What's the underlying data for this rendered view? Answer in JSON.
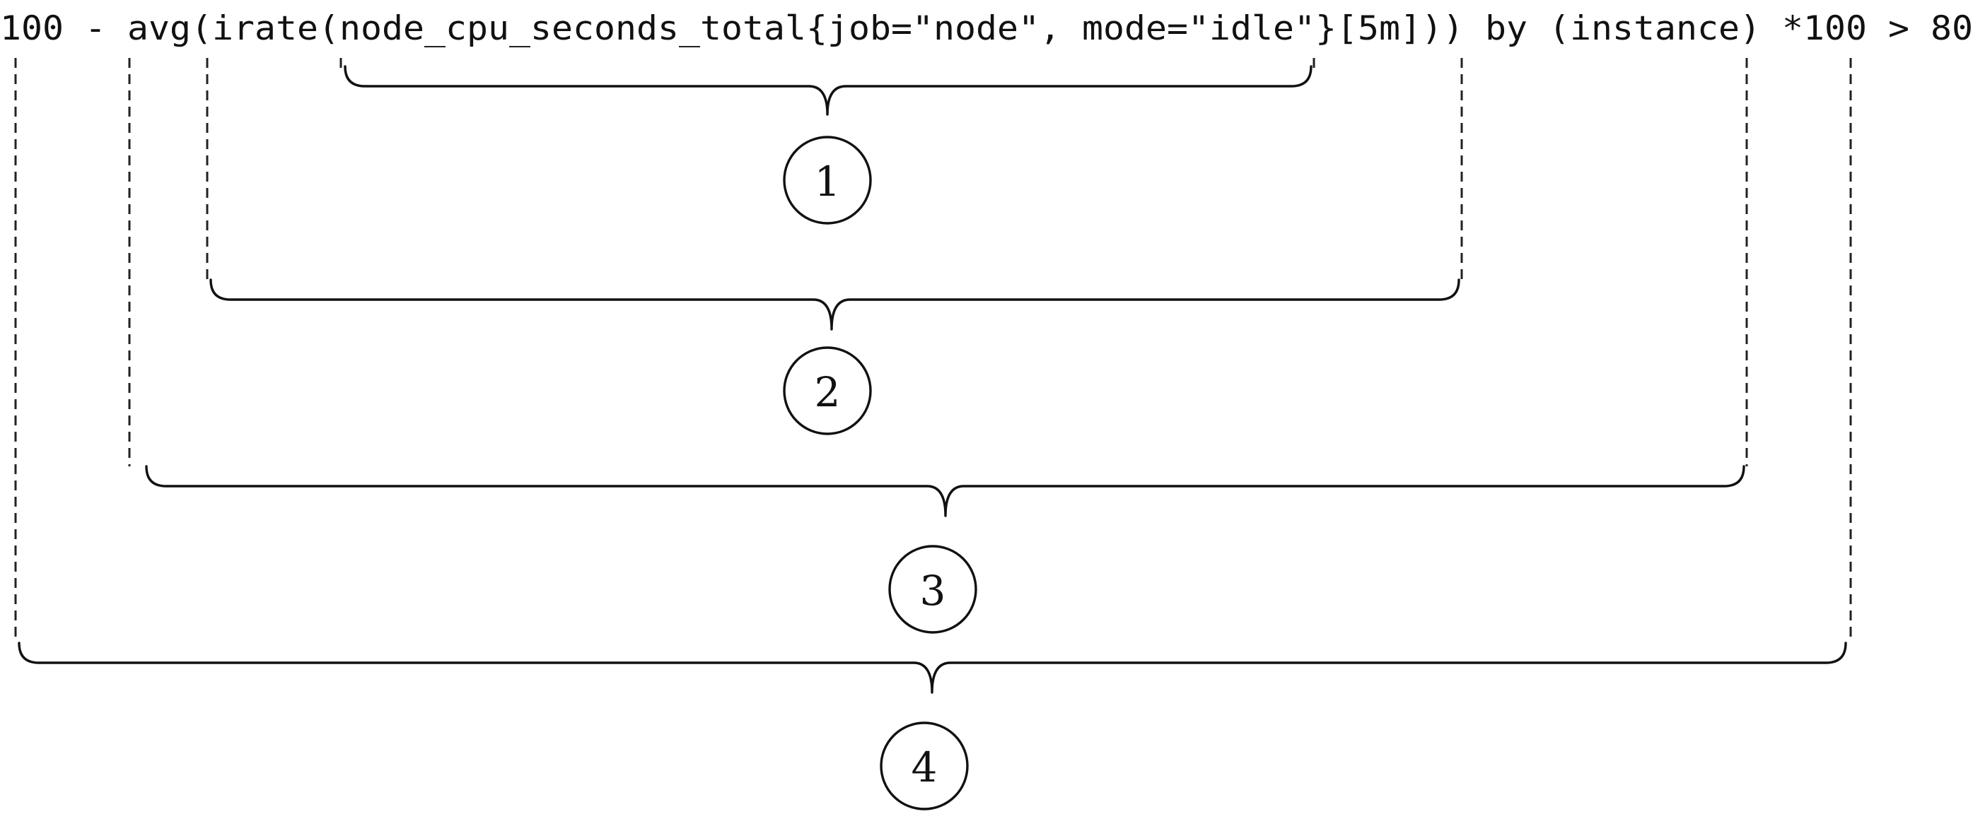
{
  "expression": "100 - avg(irate(node_cpu_seconds_total{job=\"node\", mode=\"idle\"}[5m])) by (instance) *100 > 80",
  "callouts": [
    {
      "label": "1"
    },
    {
      "label": "2"
    },
    {
      "label": "3"
    },
    {
      "label": "4"
    }
  ]
}
